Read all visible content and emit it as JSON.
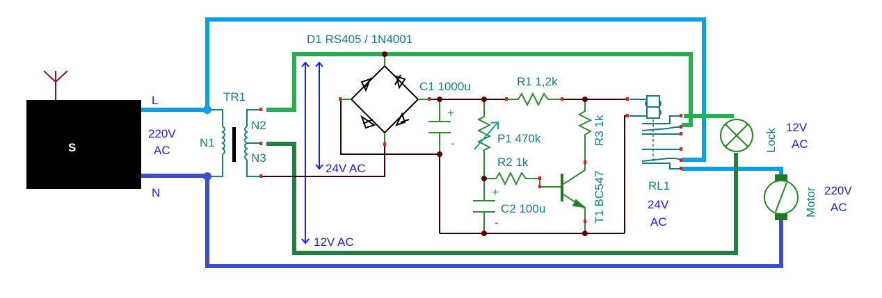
{
  "diagram": {
    "title": "Radio-controlled lock and motor circuit",
    "colors": {
      "live_wire": "#08a0e6",
      "neutral_wire": "#3f4ccc",
      "wire_12v": "#1f8040",
      "wire_24v": "#23b04f",
      "signal_wire": "#3a0000",
      "component": "#0f7f7f",
      "label_blue": "#1a1aff"
    },
    "receiver": {
      "label": "S",
      "antenna": "antenna-icon"
    },
    "mains": {
      "live_label": "L",
      "neutral_label": "N",
      "voltage_line1": "220V",
      "voltage_line2": "AC"
    },
    "transformer": {
      "ref": "TR1",
      "primary": "N1",
      "secondary_top": "N2",
      "secondary_bottom": "N3"
    },
    "bridge": {
      "ref_label": "D1  RS405 / 1N4001"
    },
    "measurements": {
      "v24": "24V AC",
      "v12": "12V AC"
    },
    "c1": {
      "label": "C1 1000u",
      "plus": "+",
      "minus": "-"
    },
    "r1": {
      "label": "R1 1,2k"
    },
    "p1": {
      "label": "P1 470k"
    },
    "r2": {
      "label": "R2 1k"
    },
    "c2": {
      "label": "C2 100u",
      "plus": "+",
      "minus": "-"
    },
    "r3": {
      "label": "R3 1k"
    },
    "t1": {
      "label": "T1 BC547"
    },
    "relay": {
      "ref": "RL1",
      "voltage_line1": "24V",
      "voltage_line2": "AC"
    },
    "lock": {
      "label": "Lock",
      "voltage_line1": "12V",
      "voltage_line2": "AC"
    },
    "motor": {
      "label": "Motor",
      "voltage_line1": "220V",
      "voltage_line2": "AC"
    }
  }
}
